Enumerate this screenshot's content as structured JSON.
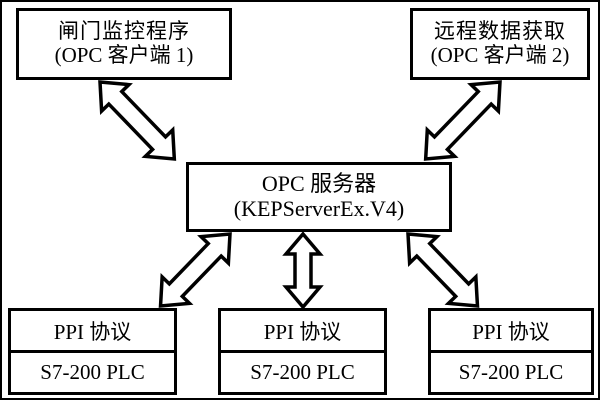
{
  "diagram": {
    "title_present": false,
    "colors": {
      "stroke": "#000000",
      "fill": "#ffffff",
      "background": "#ffffff"
    },
    "clients": [
      {
        "id": "client-1",
        "line1": "闸门监控程序",
        "line2": "(OPC 客户端 1)"
      },
      {
        "id": "client-2",
        "line1": "远程数据获取",
        "line2": "(OPC 客户端 2)"
      }
    ],
    "server": {
      "id": "opc-server",
      "line1": "OPC 服务器",
      "line2": "(KEPServerEx.V4)"
    },
    "devices": [
      {
        "id": "plc-1",
        "protocol": "PPI 协议",
        "device": "S7-200 PLC"
      },
      {
        "id": "plc-2",
        "protocol": "PPI 协议",
        "device": "S7-200 PLC"
      },
      {
        "id": "plc-3",
        "protocol": "PPI 协议",
        "device": "S7-200 PLC"
      }
    ],
    "connectors": [
      {
        "id": "connector-client1-server",
        "from": "client-1",
        "to": "opc-server",
        "style": "double-headed-block-arrow",
        "orientation": "diagonal-down-right"
      },
      {
        "id": "connector-client2-server",
        "from": "client-2",
        "to": "opc-server",
        "style": "double-headed-block-arrow",
        "orientation": "diagonal-down-left"
      },
      {
        "id": "connector-server-plc1",
        "from": "opc-server",
        "to": "plc-1",
        "style": "double-headed-block-arrow",
        "orientation": "diagonal-down-left"
      },
      {
        "id": "connector-server-plc2",
        "from": "opc-server",
        "to": "plc-2",
        "style": "double-headed-block-arrow",
        "orientation": "vertical"
      },
      {
        "id": "connector-server-plc3",
        "from": "opc-server",
        "to": "plc-3",
        "style": "double-headed-block-arrow",
        "orientation": "diagonal-down-right"
      }
    ]
  }
}
